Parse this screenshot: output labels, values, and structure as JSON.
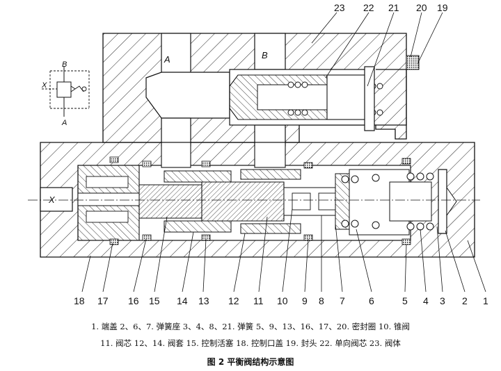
{
  "figure": {
    "callout_numbers_top": [
      "23",
      "22",
      "21",
      "20",
      "19"
    ],
    "callout_numbers_bottom": [
      "18",
      "17",
      "16",
      "15",
      "14",
      "13",
      "12",
      "11",
      "10",
      "9",
      "8",
      "7",
      "6",
      "5",
      "4",
      "3",
      "2",
      "1"
    ],
    "port_labels": {
      "a": "A",
      "b": "B",
      "x": "X"
    },
    "symbol_labels": {
      "b": "B",
      "x": "X",
      "a": "A"
    }
  },
  "legend": {
    "line1": "1. 端盖  2、6、7. 弹簧座  3、4、8、21. 弹簧  5、9、13、16、17、20. 密封圈  10. 锥阀",
    "line2": "11. 阀芯  12、14. 阀套  15. 控制活塞  18. 控制口盖  19. 封头  22. 单向阀芯  23. 阀体"
  },
  "caption": "图 2    平衡阀结构示意图"
}
